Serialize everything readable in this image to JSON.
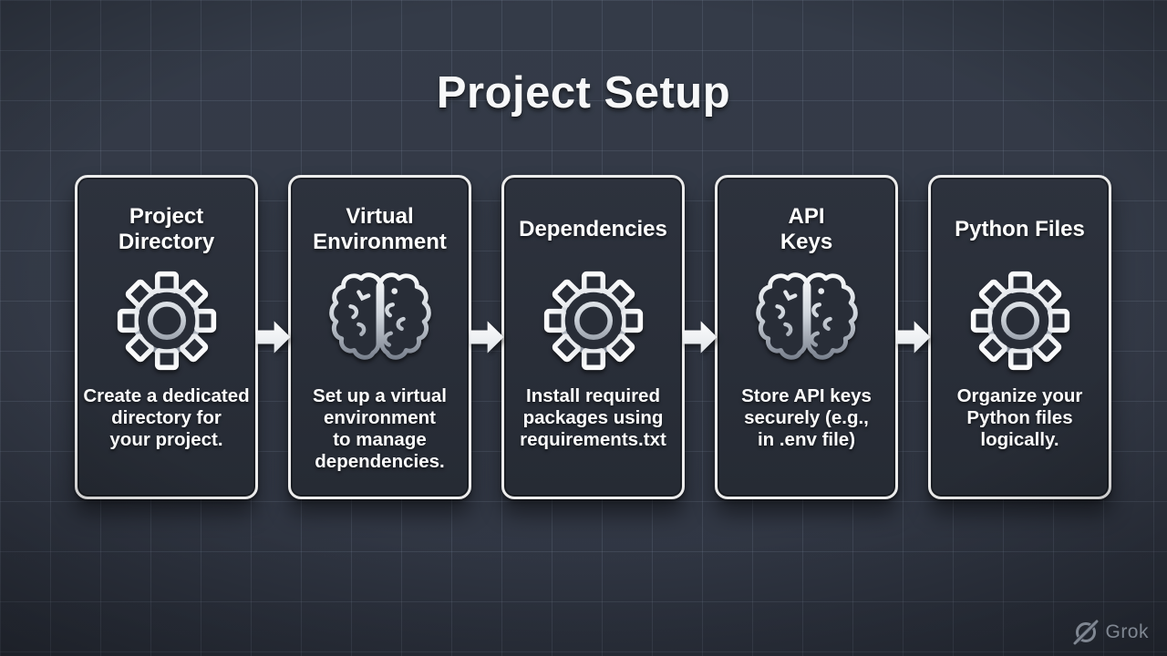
{
  "title": "Project Setup",
  "colors": {
    "background": "#333946",
    "card_fill": "#282d37",
    "card_border": "#ececec",
    "text": "#ffffff",
    "metal_icon_light": "#fdfdfd",
    "metal_icon_dark": "#5d6570",
    "watermark_gray": "#98a0ac"
  },
  "cards": [
    {
      "title": "Project\nDirectory",
      "icon": "gear-icon",
      "desc": "Create a dedicated\ndirectory for\nyour project."
    },
    {
      "title": "Virtual\nEnvironment",
      "icon": "brain-icon",
      "desc": "Set up a virtual\nenvironment\nto manage\ndependencies."
    },
    {
      "title": "Dependencies",
      "icon": "gear-icon",
      "desc": "Install required\npackages using\nrequirements.txt"
    },
    {
      "title": "API\nKeys",
      "icon": "brain-icon",
      "desc": "Store API keys\nsecurely (e.g.,\nin .env file)"
    },
    {
      "title": "Python Files",
      "icon": "gear-icon",
      "desc": "Organize your\nPython files\nlogically."
    }
  ],
  "watermark": {
    "label": "Grok"
  }
}
